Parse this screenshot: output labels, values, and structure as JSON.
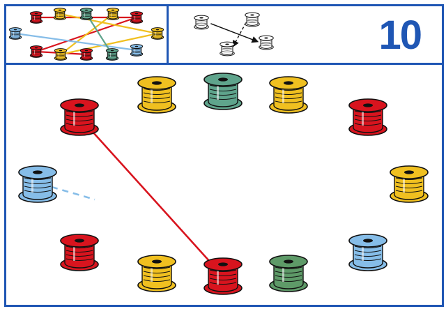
{
  "card": {
    "number": "10",
    "number_color": "#1f56b4",
    "border_color": "#1f56b4"
  },
  "colors": {
    "red": "#d8141e",
    "yellow": "#f0c020",
    "teal": "#5fa48c",
    "blue": "#86bde8",
    "green": "#5e9a68",
    "white": "#ffffff"
  },
  "example": {
    "spools": [
      {
        "id": "e1",
        "color": "blue"
      },
      {
        "id": "e2",
        "color": "red"
      },
      {
        "id": "e3",
        "color": "yellow"
      },
      {
        "id": "e4",
        "color": "teal"
      },
      {
        "id": "e5",
        "color": "yellow"
      },
      {
        "id": "e6",
        "color": "red"
      },
      {
        "id": "e7",
        "color": "yellow"
      },
      {
        "id": "e8",
        "color": "red"
      },
      {
        "id": "e9",
        "color": "yellow"
      },
      {
        "id": "e10",
        "color": "red"
      },
      {
        "id": "e11",
        "color": "teal"
      },
      {
        "id": "e12",
        "color": "blue"
      }
    ],
    "threads": [
      {
        "from": "e2",
        "to": "e6",
        "color": "red"
      },
      {
        "from": "e6",
        "to": "e8",
        "color": "red"
      },
      {
        "from": "e8",
        "to": "e10",
        "color": "red"
      },
      {
        "from": "e3",
        "to": "e7",
        "color": "yellow"
      },
      {
        "from": "e5",
        "to": "e9",
        "color": "yellow"
      },
      {
        "from": "e9",
        "to": "e7",
        "color": "yellow"
      },
      {
        "from": "e1",
        "to": "e12",
        "color": "blue"
      },
      {
        "from": "e4",
        "to": "e11",
        "color": "teal"
      }
    ]
  },
  "rule": {
    "spools": [
      {
        "id": "r1",
        "color": "white"
      },
      {
        "id": "r2",
        "color": "white"
      },
      {
        "id": "r3",
        "color": "white"
      },
      {
        "id": "r4",
        "color": "white"
      }
    ],
    "arrows": [
      {
        "from": "r1",
        "to": "r3",
        "style": "solid"
      },
      {
        "from": "r2",
        "to": "r4",
        "style": "dashed"
      }
    ]
  },
  "board": {
    "spools": [
      {
        "id": "b1",
        "color": "red"
      },
      {
        "id": "b2",
        "color": "yellow"
      },
      {
        "id": "b3",
        "color": "teal"
      },
      {
        "id": "b4",
        "color": "yellow"
      },
      {
        "id": "b5",
        "color": "red"
      },
      {
        "id": "b6",
        "color": "blue"
      },
      {
        "id": "b7",
        "color": "yellow"
      },
      {
        "id": "b8",
        "color": "red"
      },
      {
        "id": "b9",
        "color": "yellow"
      },
      {
        "id": "b10",
        "color": "red"
      },
      {
        "id": "b11",
        "color": "green"
      },
      {
        "id": "b12",
        "color": "blue"
      }
    ],
    "threads": [
      {
        "from": "b1",
        "to": "b10",
        "color": "red",
        "style": "solid"
      },
      {
        "from": "b6",
        "color": "blue",
        "style": "dashed-stub"
      }
    ]
  }
}
